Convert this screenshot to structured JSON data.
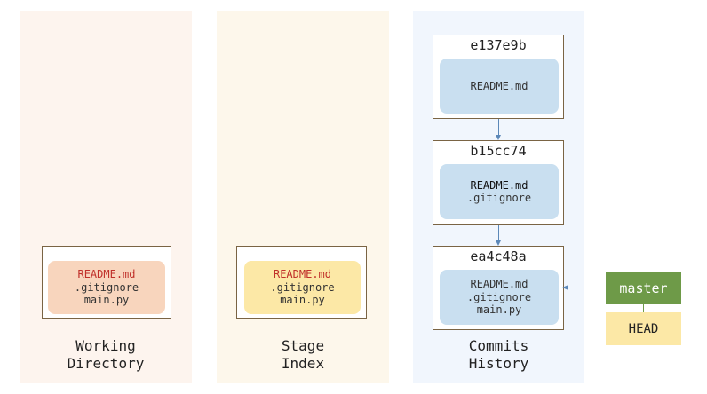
{
  "columns": {
    "working_directory": {
      "label_line1": "Working",
      "label_line2": "Directory",
      "files": [
        "README.md",
        ".gitignore",
        "main.py"
      ]
    },
    "stage": {
      "label_line1": "Stage",
      "label_line2": "Index",
      "files": [
        "README.md",
        ".gitignore",
        "main.py"
      ]
    },
    "history": {
      "label_line1": "Commits",
      "label_line2": "History",
      "commits": [
        {
          "hash": "e137e9b",
          "files": [
            "README.md"
          ]
        },
        {
          "hash": "b15cc74",
          "files": [
            "README.md",
            ".gitignore"
          ]
        },
        {
          "hash": "ea4c48a",
          "files": [
            "README.md",
            ".gitignore",
            "main.py"
          ]
        }
      ]
    }
  },
  "refs": {
    "branch": "master",
    "head": "HEAD"
  },
  "colors": {
    "modified_file": "#c0302a",
    "branch_bg": "#6e9a48",
    "head_bg": "#fce8a6",
    "working_files_bg": "#f8d5bd",
    "stage_files_bg": "#fce8a6",
    "commit_files_bg": "#c9dff0",
    "arrow": "#5c88b8"
  }
}
